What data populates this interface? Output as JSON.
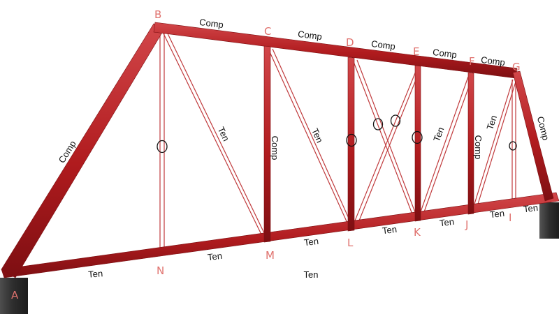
{
  "colors": {
    "member": "#b01b1e",
    "member_dark": "#7d0f12",
    "member_light": "#d2474a",
    "rod": "#c03a3c",
    "support": "#2e2e2e",
    "node_label": "#e0726e",
    "force_label": "#111111",
    "background": "#ffffff"
  },
  "nodes": {
    "A": "A",
    "B": "B",
    "C": "C",
    "D": "D",
    "E": "E",
    "F": "F",
    "G": "G",
    "N": "N",
    "M": "M",
    "L": "L",
    "K": "K",
    "J": "J",
    "I": "I"
  },
  "members": {
    "AB": "Comp",
    "BC": "Comp",
    "CD": "Comp",
    "DE": "Comp",
    "EF": "Comp",
    "FG": "Comp",
    "G_end": "Comp",
    "C_vertical": "Comp",
    "F_vertical": "Comp",
    "BM": "Ten",
    "CL": "Ten",
    "FK": "Ten",
    "GJ": "Ten",
    "AN": "Ten",
    "NM": "Ten",
    "ML": "Ten",
    "LK": "Ten",
    "KJ": "Ten",
    "JI": "Ten",
    "I_end": "Ten",
    "bottom_center": "Ten"
  },
  "zero_force_marker": "O"
}
